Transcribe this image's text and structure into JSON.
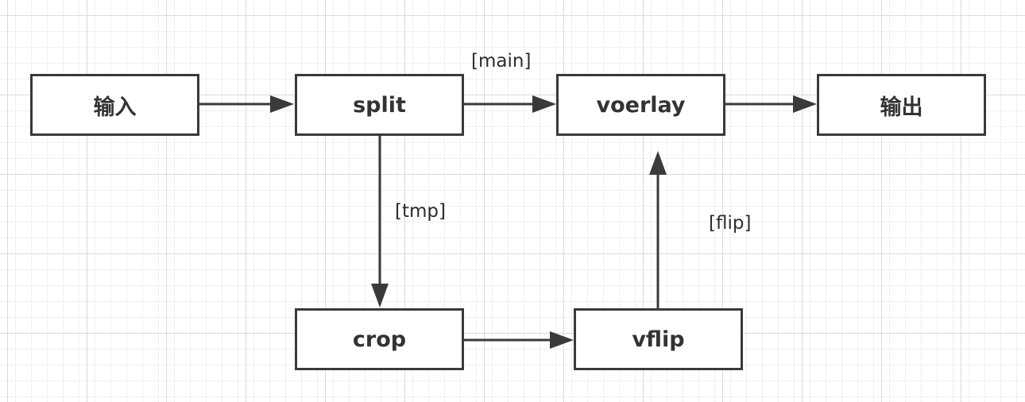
{
  "nodes": {
    "input": "输入",
    "split": "split",
    "overlay": "voerlay",
    "output": "输出",
    "crop": "crop",
    "vflip": "vflip"
  },
  "edge_labels": {
    "main": "[main]",
    "tmp": "[tmp]",
    "flip": "[flip]"
  },
  "colors": {
    "stroke": "#3a3a3a",
    "node_fill": "#ffffff",
    "text": "#333333"
  }
}
